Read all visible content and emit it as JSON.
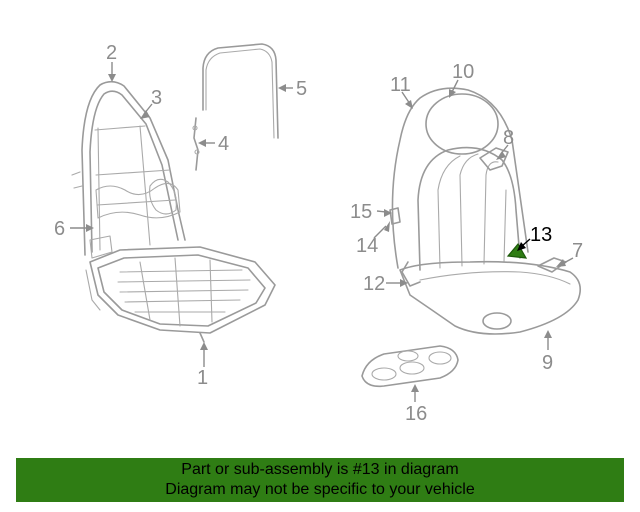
{
  "diagram": {
    "highlighted_part": "13",
    "colors": {
      "line": "#9a9a9a",
      "highlight": "#2f7d14",
      "banner": "#2f7d14"
    },
    "callouts": [
      {
        "id": "c1",
        "label": "1"
      },
      {
        "id": "c2",
        "label": "2"
      },
      {
        "id": "c3",
        "label": "3"
      },
      {
        "id": "c4",
        "label": "4"
      },
      {
        "id": "c5",
        "label": "5"
      },
      {
        "id": "c6",
        "label": "6"
      },
      {
        "id": "c7",
        "label": "7"
      },
      {
        "id": "c8",
        "label": "8"
      },
      {
        "id": "c9",
        "label": "9"
      },
      {
        "id": "c10",
        "label": "10"
      },
      {
        "id": "c11",
        "label": "11"
      },
      {
        "id": "c12",
        "label": "12"
      },
      {
        "id": "c13",
        "label": "13"
      },
      {
        "id": "c14",
        "label": "14"
      },
      {
        "id": "c15",
        "label": "15"
      },
      {
        "id": "c16",
        "label": "16"
      }
    ]
  },
  "banner": {
    "line1": "Part or sub-assembly is #13 in diagram",
    "line2": "Diagram may not be specific to your vehicle"
  }
}
